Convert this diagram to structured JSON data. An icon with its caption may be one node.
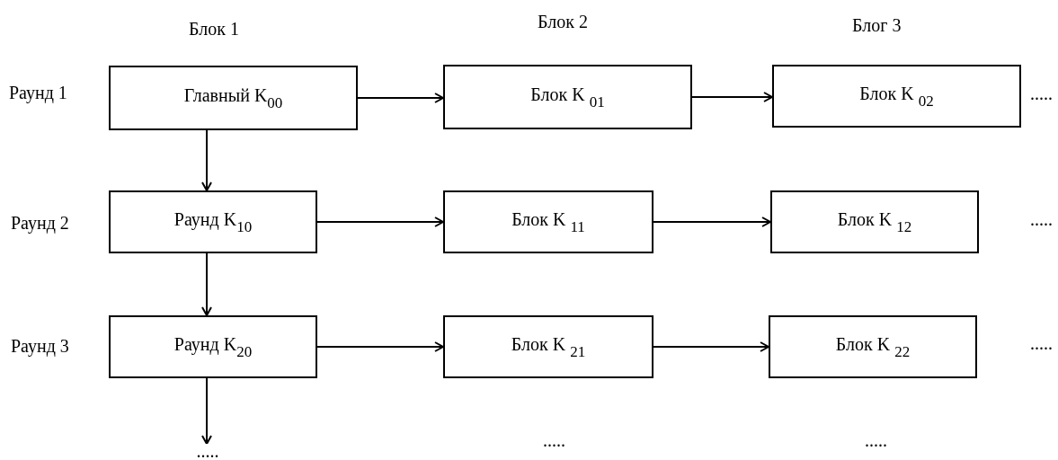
{
  "diagram": {
    "nodes": [
      {
        "text": [
          "Главный K$_{00}$"
        ]
      },
      {
        "text": [
          "Блок K $_{01}$"
        ]
      },
      {
        "text": [
          "Блок K $_{02}$"
        ]
      },
      {
        "text": [
          "Раунд K$_{10}$"
        ]
      },
      {
        "text": [
          "Блок K $_{11}$"
        ]
      },
      {
        "text": [
          "Блок K $_{12}$"
        ]
      },
      {
        "text": [
          "Раунд K$_{20}$"
        ]
      },
      {
        "text": [
          "Блок K $_{21}$"
        ]
      },
      {
        "text": [
          "Блок K $_{22}$"
        ]
      },
      {
        "text": [
          "....."
        ]
      }
    ],
    "edges": [
      {
        "from": 0,
        "to": 1,
        "arrow": "to"
      },
      {
        "from": 1,
        "to": 2,
        "arrow": "to"
      },
      {
        "from": 0,
        "to": 3,
        "arrow": "to"
      },
      {
        "from": 3,
        "to": 4,
        "arrow": "to"
      },
      {
        "from": 4,
        "to": 5,
        "arrow": "to"
      },
      {
        "from": 3,
        "to": 6,
        "arrow": "to"
      },
      {
        "from": 6,
        "to": 7,
        "arrow": "to"
      },
      {
        "from": 7,
        "to": 8,
        "arrow": "to"
      },
      {
        "from": 6,
        "to": 9,
        "arrow": "to"
      }
    ],
    "labels": [
      "Блок 2",
      "Блог 3",
      "Блок 1",
      "Раунд 1",
      ".....",
      "Раунд 2",
      ".....",
      "Раунд 3",
      ".....",
      ".....",
      "....."
    ]
  }
}
